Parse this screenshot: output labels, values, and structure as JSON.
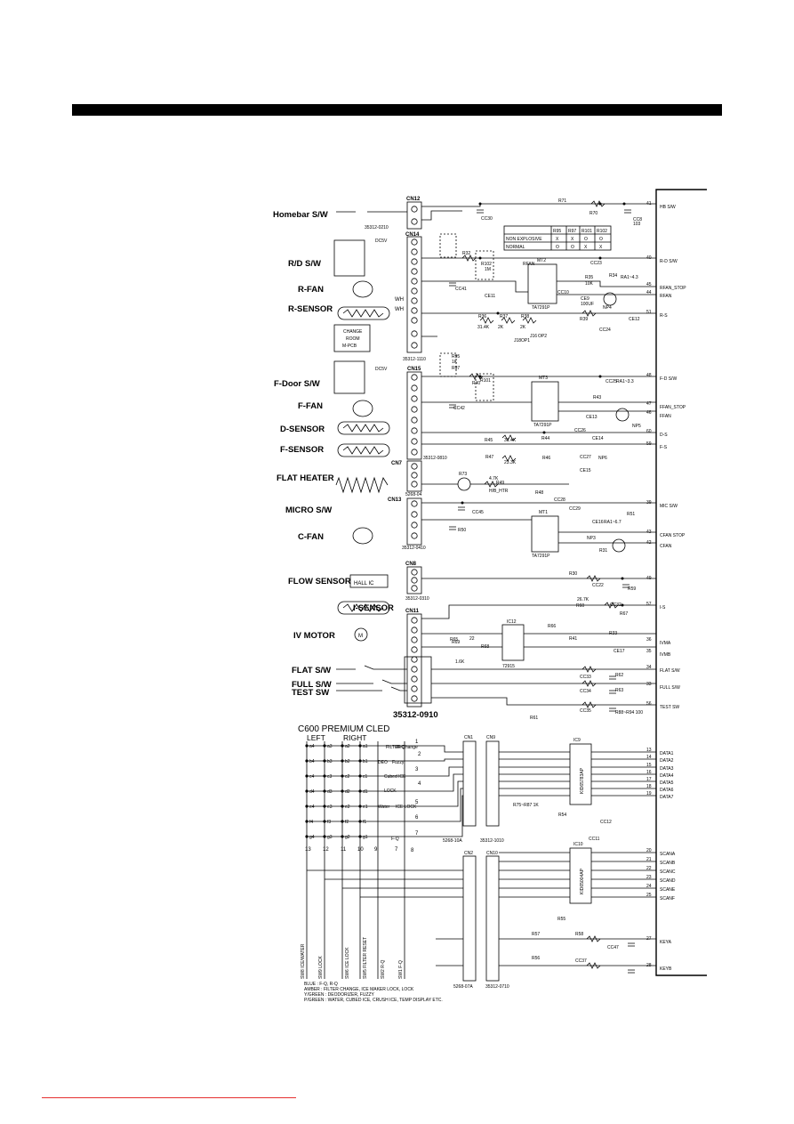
{
  "connectors": {
    "cn12": {
      "name": "CN12",
      "part": "35312-0210"
    },
    "cn14": {
      "name": "CN14",
      "part": "35312-1110"
    },
    "cn15": {
      "name": "CN15",
      "part": "35312-0810"
    },
    "cn7": {
      "name": "CN7",
      "part": "5268-04"
    },
    "cn13": {
      "name": "CN13",
      "part": "35312-0410"
    },
    "cn8": {
      "name": "CN8",
      "part": "35312-0310"
    },
    "cn11": {
      "name": "CN11",
      "part": "35312-0910"
    },
    "cn1": "CN1",
    "cn9": "CN9",
    "cn2": "CN2",
    "cn10": "CN10",
    "cn1_part": "5268-10A",
    "cn9_part": "35312-1010",
    "cn2_part": "5268-07A",
    "cn10_part": "35312-0710"
  },
  "devices": {
    "homebar": "Homebar S/W",
    "rd_sw": "R/D S/W",
    "r_fan": "R-FAN",
    "r_sensor": "R-SENSOR",
    "change_room": [
      "CHANGE",
      "ROOM",
      "M-PCB"
    ],
    "f_door": "F-Door S/W",
    "f_fan": "F-FAN",
    "d_sensor": "D-SENSOR",
    "f_sensor": "F-SENSOR",
    "flat_heater": "FLAT HEATER",
    "micro_sw": "MICRO S/W",
    "c_fan": "C-FAN",
    "flow_sensor": "FLOW SENSOR",
    "hall_ic": "HALL IC",
    "i_sensor": "I-SENSOR",
    "iv_motor": "IV MOTOR",
    "flat_sw": "FLAT S/W",
    "full_sw": "FULL S/W",
    "test_sw": "TEST SW",
    "motor_symbol": "M",
    "wh": "WH",
    "dc5v": "DC5V"
  },
  "table": {
    "headers": [
      "",
      "R95",
      "R97",
      "R101",
      "R102"
    ],
    "rows": [
      [
        "NON EXPLOSIVE",
        "X",
        "X",
        "O",
        "O"
      ],
      [
        "NORMAL",
        "O",
        "O",
        "X",
        "X"
      ]
    ]
  },
  "chips": {
    "mt2": "MT2",
    "mt3": "MT3",
    "mt1": "MT1",
    "ta": "TA7291P",
    "ic12": "IC12",
    "ic12_part": "72915",
    "ic9": "IC9",
    "ic9_part": "KID65783AP",
    "ic10": "IC10",
    "ic10_part": "KID65004AP"
  },
  "components": [
    "R71",
    "R70",
    "CC8",
    "103",
    "CC30",
    "R32",
    "R102",
    "1M",
    "RFAN",
    "CC23",
    "R34",
    "RA1~4.3",
    "R35",
    "10K",
    "CC41",
    "CE11",
    "CC10",
    "CE9",
    "100UF",
    "NP4",
    "R36",
    "R37",
    "R38",
    "31.4K",
    "2K",
    "2K",
    "J16",
    "OP2",
    "J18",
    "OP1",
    "R39",
    "CC24",
    "CE12",
    "R95",
    "1K",
    "R97",
    "R40",
    "R101",
    "CC25",
    "RA1~3.3",
    "R43",
    "CE13",
    "NP5",
    "CC42",
    "R45",
    "31.4K",
    "R44",
    "CC26",
    "CE14",
    "R47",
    "23.3K",
    "R46",
    "CC27",
    "CE15",
    "NP6",
    "R73",
    "4.7K",
    "H/B_HTR",
    "R49",
    "R48",
    "CC28",
    "CC29",
    "CC45",
    "R50",
    "RA1~6.7",
    "R51",
    "CE16",
    "NP3",
    "R31",
    "R30",
    "CC22",
    "R59",
    "26.7K",
    "R60",
    "CC32",
    "R67",
    "22",
    "R68",
    "R69",
    "1.6K",
    "R65",
    "R66",
    "R41",
    "R33",
    "CE17",
    "R61",
    "CC33",
    "R62",
    "CC34",
    "R63",
    "CC35",
    "R88~R94 100",
    "R75~R87 1K",
    "CC12",
    "R54",
    "CC11",
    "R55",
    "R57",
    "R56",
    "R58",
    "CC37",
    "CC47"
  ],
  "mcu_pins": [
    {
      "num": "41",
      "label": "HB S/W"
    },
    {
      "num": "40",
      "label": "R-D S/W"
    },
    {
      "num": "45",
      "label": "RFAN_STOP"
    },
    {
      "num": "44",
      "label": "RFAN"
    },
    {
      "num": "51",
      "label": "R-S"
    },
    {
      "num": "48",
      "label": "F-D S/W"
    },
    {
      "num": "47",
      "label": "FFAN_STOP"
    },
    {
      "num": "46",
      "label": "FFAN"
    },
    {
      "num": "60",
      "label": "D-S"
    },
    {
      "num": "59",
      "label": "F-S"
    },
    {
      "num": "39",
      "label": "MIC S/W"
    },
    {
      "num": "43",
      "label": "CFAN STOP"
    },
    {
      "num": "42",
      "label": "CFAN"
    },
    {
      "num": "49",
      "label": ""
    },
    {
      "num": "57",
      "label": "I-S"
    },
    {
      "num": "36",
      "label": "IVMA"
    },
    {
      "num": "35",
      "label": "IVMB"
    },
    {
      "num": "34",
      "label": "FLAT S/W"
    },
    {
      "num": "33",
      "label": "FULL S/W"
    },
    {
      "num": "56",
      "label": "TEST SW"
    },
    {
      "num": "13",
      "label": "DATA1"
    },
    {
      "num": "14",
      "label": "DATA2"
    },
    {
      "num": "15",
      "label": "DATA3"
    },
    {
      "num": "16",
      "label": "DATA4"
    },
    {
      "num": "17",
      "label": "DATA5"
    },
    {
      "num": "18",
      "label": "DATA6"
    },
    {
      "num": "19",
      "label": "DATA7"
    },
    {
      "num": "20",
      "label": "SCANA"
    },
    {
      "num": "21",
      "label": "SCANB"
    },
    {
      "num": "22",
      "label": "SCANC"
    },
    {
      "num": "23",
      "label": "SCAND"
    },
    {
      "num": "24",
      "label": "SCANE"
    },
    {
      "num": "25",
      "label": "SCANF"
    },
    {
      "num": "27",
      "label": "KEYA"
    },
    {
      "num": "28",
      "label": "KEYB"
    }
  ],
  "display": {
    "title": "C600 PREMIUM CLED",
    "left": "LEFT",
    "right": "RIGHT",
    "col_nums": [
      "13",
      "12",
      "11",
      "10",
      "9",
      "7"
    ],
    "row_nums": [
      "1",
      "2",
      "3",
      "4",
      "5",
      "6",
      "7",
      "8"
    ],
    "segments": [
      "a4",
      "a3",
      "a2",
      "a1",
      "b4",
      "b3",
      "b2",
      "b1",
      "c4",
      "c3",
      "c2",
      "c1",
      "d4",
      "d3",
      "d2",
      "d1",
      "e4",
      "e3",
      "e2",
      "e1",
      "f4",
      "f3",
      "f2",
      "f1",
      "g4",
      "g3",
      "g2",
      "g1"
    ],
    "func_labels": [
      "FILTER Change",
      "R-Q",
      "DEO",
      "Fuzzy",
      "Cubed ICE",
      "LOCK",
      "Water",
      "ICE LOCK",
      "F-Q"
    ],
    "bottom_switches": [
      "SW8 ICE/WATER",
      "SW9 LOCK",
      "SW6 ICE LOCK",
      "SW5 FILTER RESET",
      "SW2 R-Q",
      "SW1 F-Q"
    ],
    "legend": [
      "BLUE : F-Q, R-Q",
      "AMBER : FILTER CHANGE, ICE MAKER LOCK, LOCK",
      "Y/GREEN : DEODORIZER, FUZZY",
      "P/GREEN : WATER, CUBED ICE, CRUSH ICE, TEMP DISPLAY ETC."
    ]
  }
}
